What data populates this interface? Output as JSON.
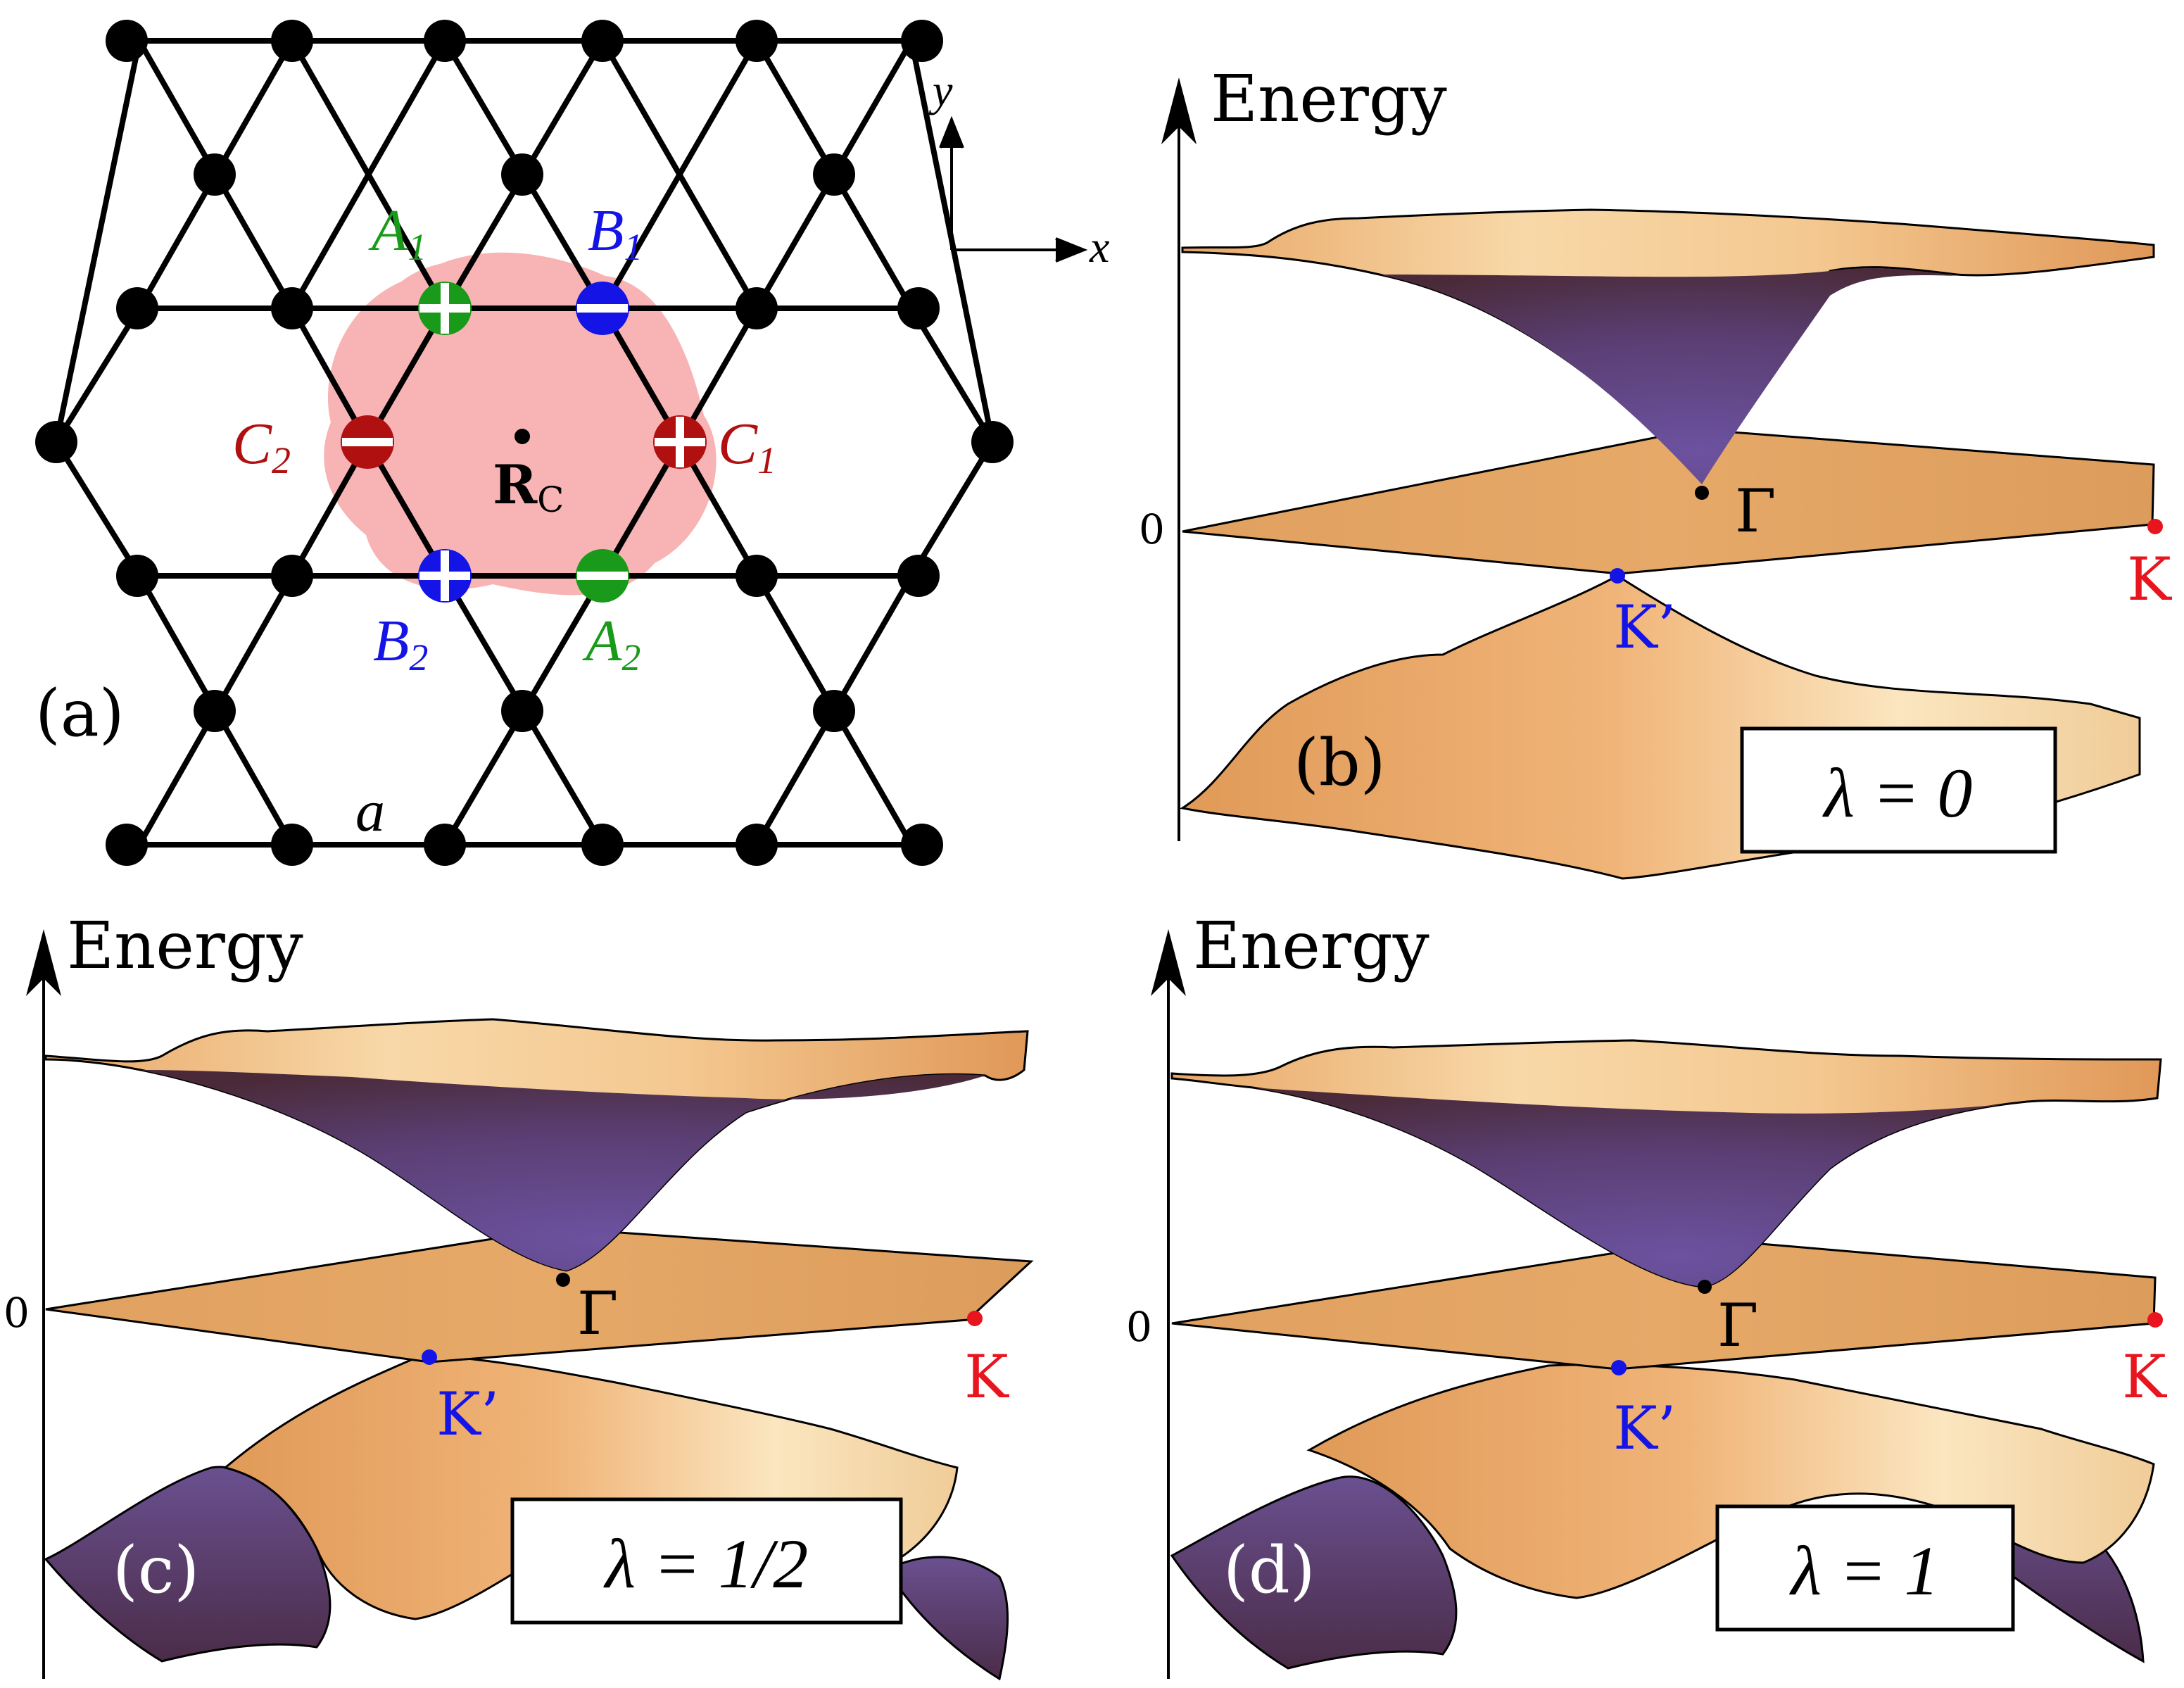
{
  "colors": {
    "green": "#1a9a1a",
    "blue": "#1414e6",
    "red": "#b01010",
    "bright_red": "#e8141e",
    "molecule_fill": "#f8b4b4",
    "surface_orange": "#e8a868",
    "surface_light": "#f8dcae",
    "surface_purple": "#5a3e72"
  },
  "panel_a": {
    "label": "(a)",
    "lattice_constant": "a",
    "center_label": "R",
    "center_subscript": "C",
    "axis_x": "x",
    "axis_y": "y",
    "sites": [
      {
        "name": "A",
        "sub": "1",
        "sign": "+",
        "color": "green"
      },
      {
        "name": "B",
        "sub": "1",
        "sign": "−",
        "color": "blue"
      },
      {
        "name": "C",
        "sub": "1",
        "sign": "+",
        "color": "red"
      },
      {
        "name": "A",
        "sub": "2",
        "sign": "−",
        "color": "green"
      },
      {
        "name": "B",
        "sub": "2",
        "sign": "+",
        "color": "blue"
      },
      {
        "name": "C",
        "sub": "2",
        "sign": "−",
        "color": "red"
      }
    ]
  },
  "panels": [
    {
      "label": "(b)",
      "energy_label": "Energy",
      "zero_label": "0",
      "gamma_label": "Γ",
      "k_label": "K",
      "kprime_label": "K’",
      "lambda_text": "λ = 0"
    },
    {
      "label": "(c)",
      "energy_label": "Energy",
      "zero_label": "0",
      "gamma_label": "Γ",
      "k_label": "K",
      "kprime_label": "K’",
      "lambda_text": "λ = 1/2"
    },
    {
      "label": "(d)",
      "energy_label": "Energy",
      "zero_label": "0",
      "gamma_label": "Γ",
      "k_label": "K",
      "kprime_label": "K’",
      "lambda_text": "λ = 1"
    }
  ]
}
